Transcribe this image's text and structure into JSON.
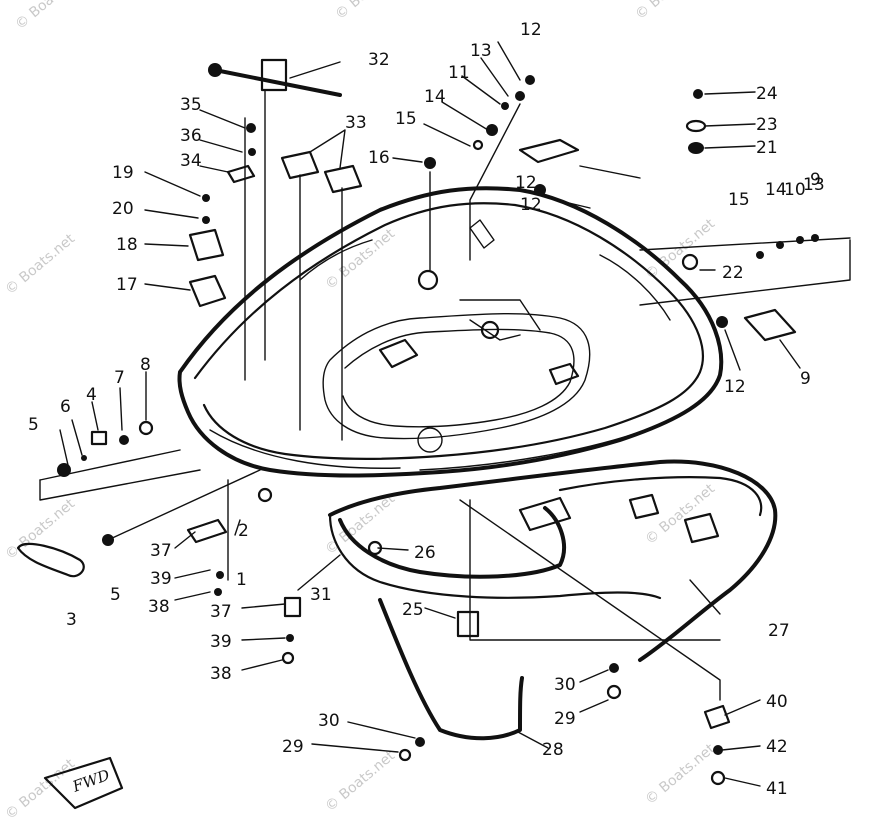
{
  "watermark": "© Boats.net",
  "fwd_tag": "FWD",
  "labels": [
    "1",
    "2",
    "3",
    "4",
    "5",
    "5",
    "6",
    "7",
    "8",
    "9",
    "9",
    "10",
    "11",
    "12",
    "12",
    "12",
    "12",
    "13",
    "13",
    "14",
    "14",
    "15",
    "15",
    "16",
    "17",
    "18",
    "19",
    "20",
    "21",
    "22",
    "23",
    "24",
    "25",
    "26",
    "27",
    "28",
    "29",
    "29",
    "30",
    "30",
    "31",
    "32",
    "33",
    "34",
    "35",
    "36",
    "37",
    "37",
    "38",
    "38",
    "39",
    "39",
    "40",
    "41",
    "42"
  ]
}
